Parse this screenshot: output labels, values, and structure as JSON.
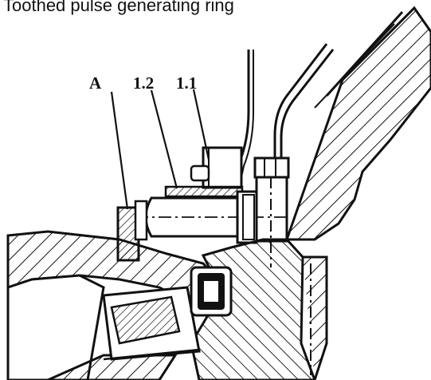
{
  "figure": {
    "title": "Toothed pulse generating ring",
    "labels": {
      "a": "A",
      "p12": "1.2",
      "p11": "1.1"
    }
  }
}
